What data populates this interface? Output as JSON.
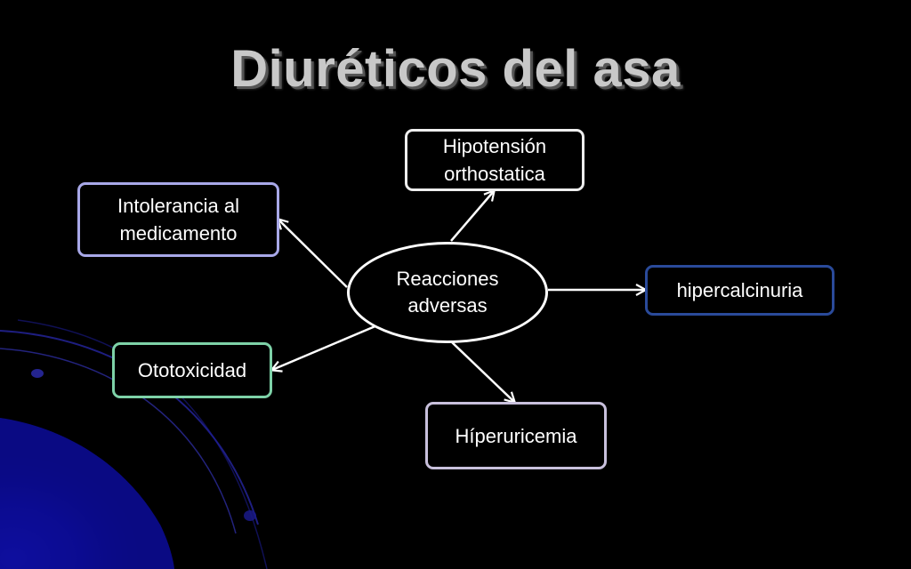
{
  "title": "Diuréticos del asa",
  "center": {
    "label": "Reacciones\nadversas"
  },
  "nodes": {
    "hipotension": "Hipotensión\northostatica",
    "intolerancia": "Intolerancia al\nmedicamento",
    "hipercalciuria": "hipercalcinuria",
    "ototoxicidad": "Ototoxicidad",
    "hiperuricemia": "Híperuricemia"
  },
  "colors": {
    "background": "#000000",
    "title": "#c8c8c8",
    "arrow": "#ffffff",
    "border_hipotension": "#eeeeee",
    "border_intolerancia": "#a8a8e8",
    "border_hipercalciuria": "#2a4a9a",
    "border_ototoxicidad": "#7ed2a8",
    "border_hiperuricemia": "#c8c0dc",
    "decor_blue": "#1a1aa8"
  }
}
